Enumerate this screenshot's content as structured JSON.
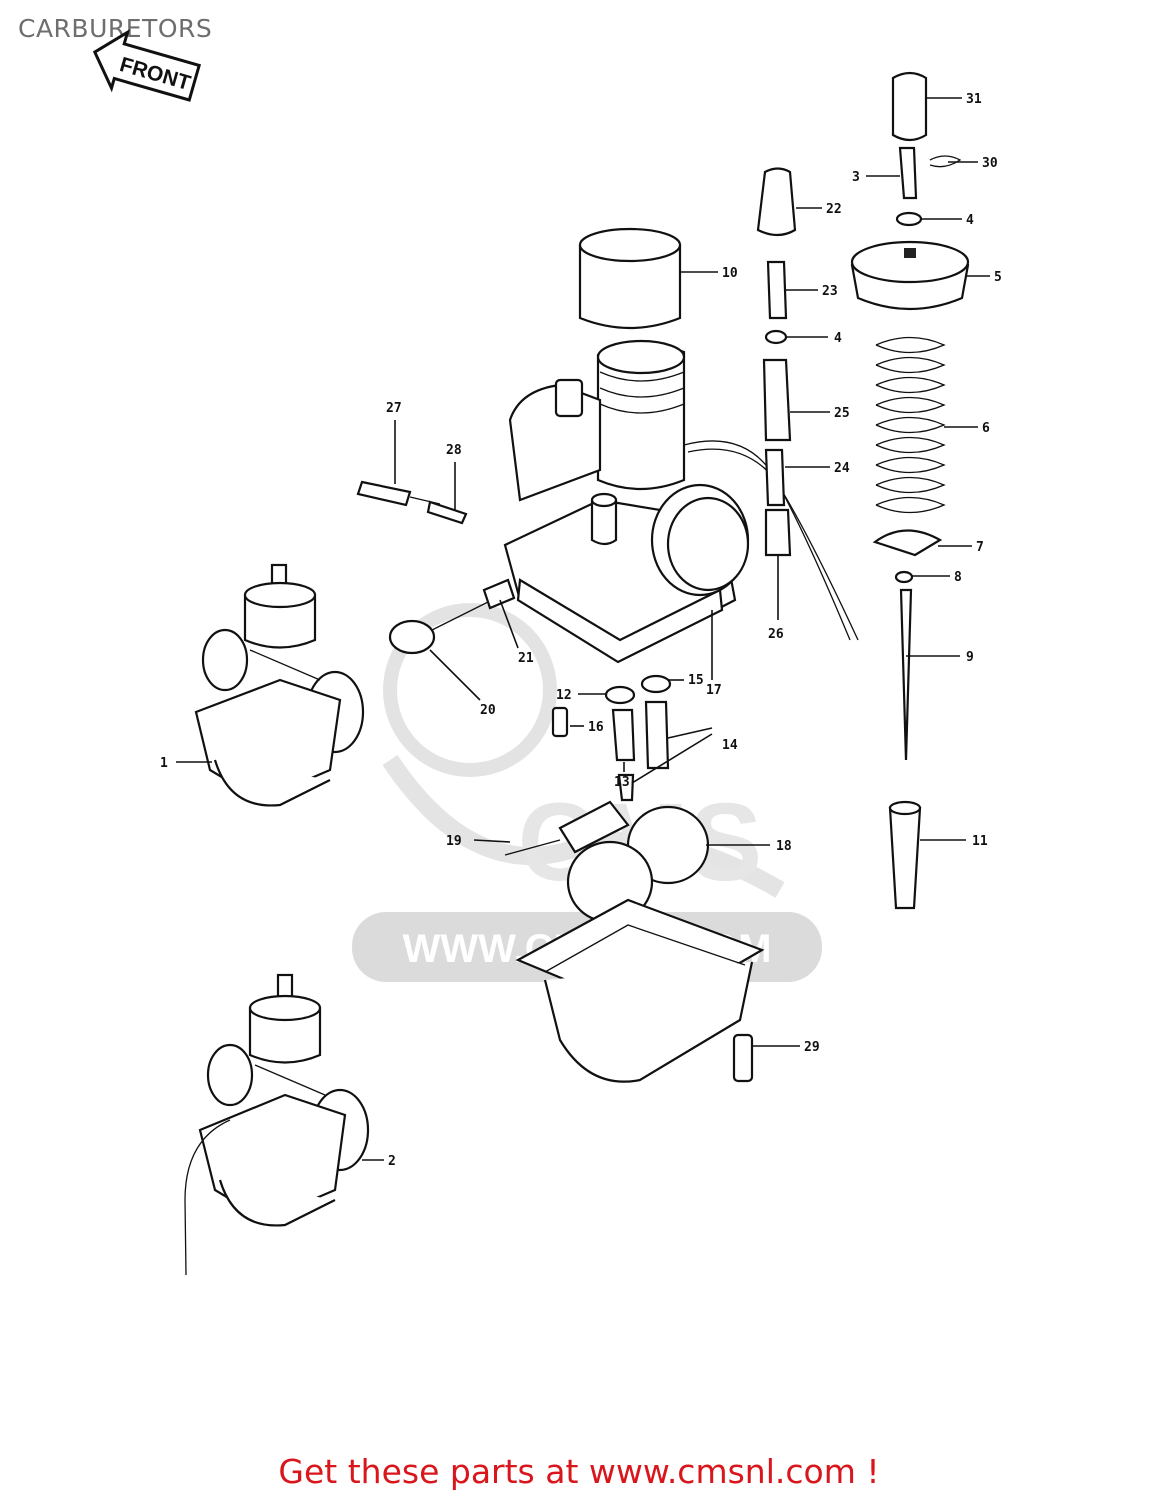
{
  "title": "CARBURETORS",
  "front_arrow_label": "FRONT",
  "watermark": "WWW.CMSNL.COM",
  "cta": "Get these parts at www.cmsnl.com !",
  "callouts": [
    "31",
    "30",
    "3",
    "22",
    "4",
    "10",
    "5",
    "23",
    "4",
    "25",
    "6",
    "27",
    "28",
    "24",
    "7",
    "8",
    "26",
    "21",
    "20",
    "15",
    "17",
    "12",
    "16",
    "9",
    "14",
    "13",
    "1",
    "19",
    "18",
    "11",
    "29",
    "2"
  ]
}
